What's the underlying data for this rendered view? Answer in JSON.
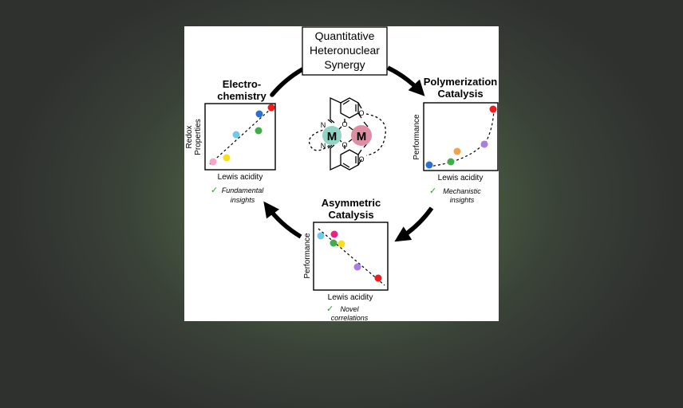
{
  "center_title": [
    "Quantitative",
    "Heteronuclear",
    "Synergy"
  ],
  "metal_label": "M",
  "atom_labels": {
    "oxygen": "O",
    "nitrogen": "N"
  },
  "check_mark": "✓",
  "colors": {
    "red": "#ee1c1c",
    "blue": "#2a6fd6",
    "cyan": "#6fcbe3",
    "green": "#3fae49",
    "yellow": "#f5e11a",
    "pink": "#f6a6c9",
    "orange": "#f5a04a",
    "purple": "#a77fe0",
    "magenta": "#e8227f",
    "metal_left": "#8fd4c4",
    "metal_right": "#dd8ea3"
  },
  "panels": {
    "electrochemistry": {
      "title": [
        "Electro-",
        "chemistry"
      ],
      "ylabel": [
        "Redox",
        "Properties"
      ],
      "xlabel": "Lewis acidity",
      "note": [
        "Fundamental",
        "insights"
      ],
      "points": [
        {
          "color": "pink"
        },
        {
          "color": "yellow"
        },
        {
          "color": "cyan"
        },
        {
          "color": "green"
        },
        {
          "color": "blue"
        },
        {
          "color": "red"
        }
      ]
    },
    "polymerization": {
      "title": [
        "Polymerization",
        "Catalysis"
      ],
      "ylabel": [
        "Performance"
      ],
      "xlabel": "Lewis acidity",
      "note": [
        "Mechanistic",
        "insights"
      ],
      "points": [
        {
          "color": "blue"
        },
        {
          "color": "green"
        },
        {
          "color": "orange"
        },
        {
          "color": "purple"
        },
        {
          "color": "red"
        }
      ]
    },
    "asymmetric": {
      "title": [
        "Asymmetric",
        "Catalysis"
      ],
      "ylabel": [
        "Performance"
      ],
      "xlabel": "Lewis acidity",
      "note": [
        "Novel",
        "correlations"
      ],
      "points": [
        {
          "color": "cyan"
        },
        {
          "color": "magenta"
        },
        {
          "color": "green"
        },
        {
          "color": "yellow"
        },
        {
          "color": "purple"
        },
        {
          "color": "red"
        }
      ]
    }
  }
}
